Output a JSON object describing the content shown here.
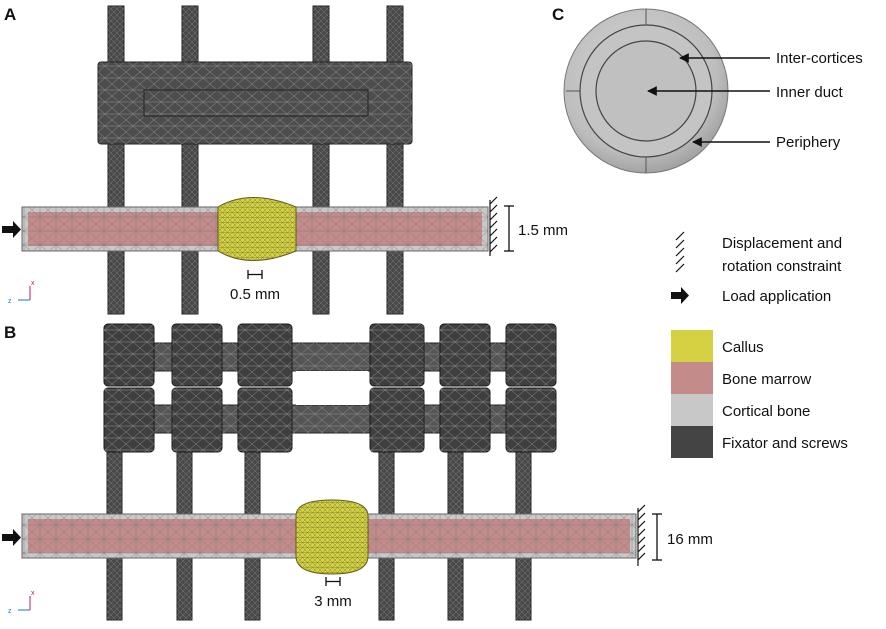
{
  "panels": {
    "a": {
      "letter": "A",
      "gap_label": "0.5 mm",
      "diameter_label": "1.5 mm"
    },
    "b": {
      "letter": "B",
      "gap_label": "3 mm",
      "diameter_label": "16 mm"
    },
    "c": {
      "letter": "C",
      "labels": [
        "Inter-cortices",
        "Inner duct",
        "Periphery"
      ]
    }
  },
  "legend": {
    "constraint_label_line1": "Displacement and",
    "constraint_label_line2": "rotation constraint",
    "load_label": "Load application",
    "materials": [
      {
        "label": "Callus",
        "color": "#d4d143"
      },
      {
        "label": "Bone marrow",
        "color": "#c48b8b"
      },
      {
        "label": "Cortical bone",
        "color": "#c8c8c8"
      },
      {
        "label": "Fixator and screws",
        "color": "#444444"
      }
    ]
  },
  "axis_triad": {
    "x": "x",
    "z": "z"
  }
}
